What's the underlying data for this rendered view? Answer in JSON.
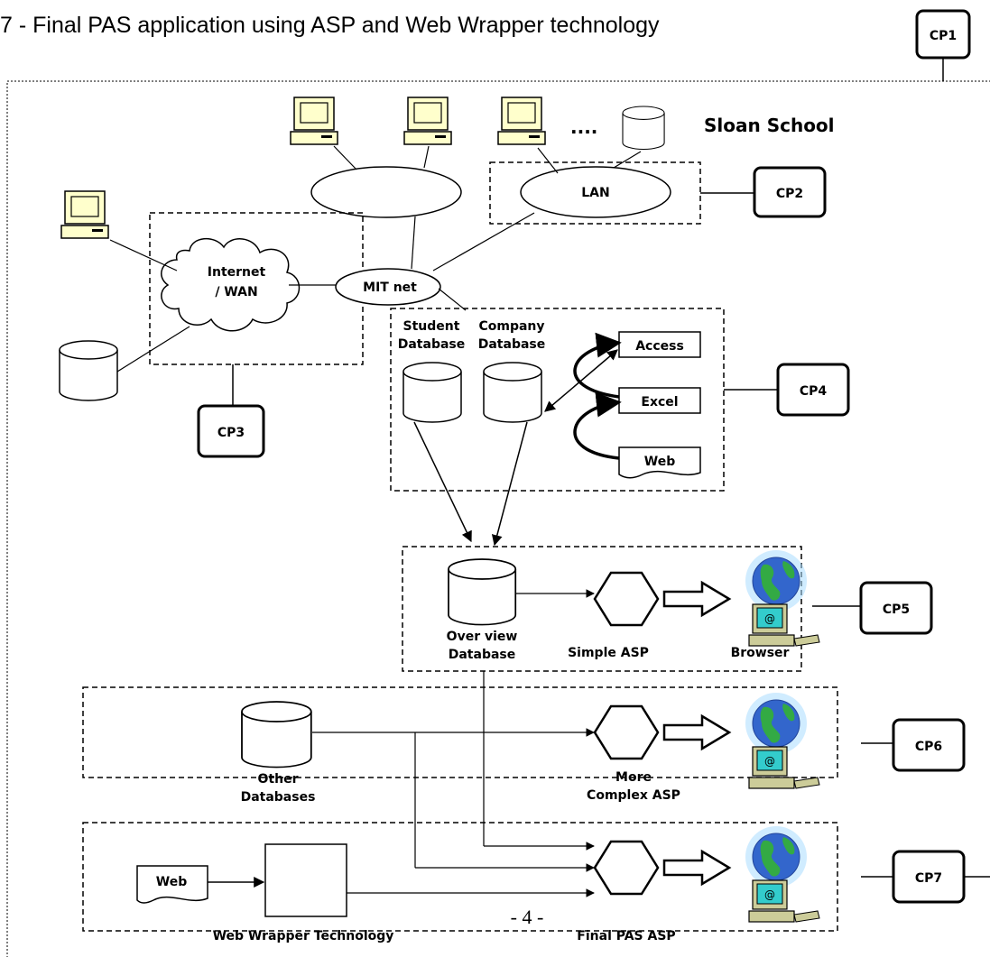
{
  "title": "7 - Final PAS application using ASP and Web Wrapper technology",
  "page_number": "- 4 -",
  "labels": {
    "sloan": "Sloan School",
    "dots": "....",
    "lan": "LAN",
    "internet_1": "Internet",
    "internet_2": "/ WAN",
    "mitnet": "MIT net",
    "student_db_1": "Student",
    "student_db_2": "Database",
    "company_db_1": "Company",
    "company_db_2": "Database",
    "access": "Access",
    "excel": "Excel",
    "web_doc": "Web",
    "overview_1": "Over view",
    "overview_2": "Database",
    "simple_asp": "Simple ASP",
    "browser": "Browser",
    "other_db_1": "Other",
    "other_db_2": "Databases",
    "complex_asp_1": "More",
    "complex_asp_2": "Complex ASP",
    "web_doc_2": "Web",
    "web_wrapper": "Web Wrapper Technology",
    "final_asp": "Final PAS ASP"
  },
  "checkpoints": {
    "cp1": "CP1",
    "cp2": "CP2",
    "cp3": "CP3",
    "cp4": "CP4",
    "cp5": "CP5",
    "cp6": "CP6",
    "cp7": "CP7"
  },
  "colors": {
    "monitor_screen": "#ffffcc",
    "globe_ocean": "#3366cc",
    "globe_land": "#33aa44",
    "globe_halo": "#aaddff",
    "pc_body": "#cccc99",
    "pc_screen_teal": "#33cccc"
  }
}
